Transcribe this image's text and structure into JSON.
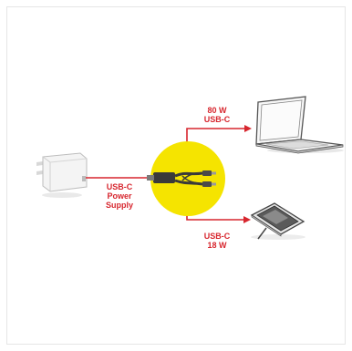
{
  "labels": {
    "power_supply": [
      "USB-C",
      "Power",
      "Supply"
    ],
    "laptop": [
      "80 W",
      "USB-C"
    ],
    "tablet": [
      "USB-C",
      "18 W"
    ]
  },
  "colors": {
    "accent_red": "#d7262e",
    "yellow": "#f5e400",
    "frame": "#e6e6e6"
  },
  "icons": [
    "power-adapter-icon",
    "splitter-cable-icon",
    "laptop-icon",
    "tablet-icon"
  ]
}
